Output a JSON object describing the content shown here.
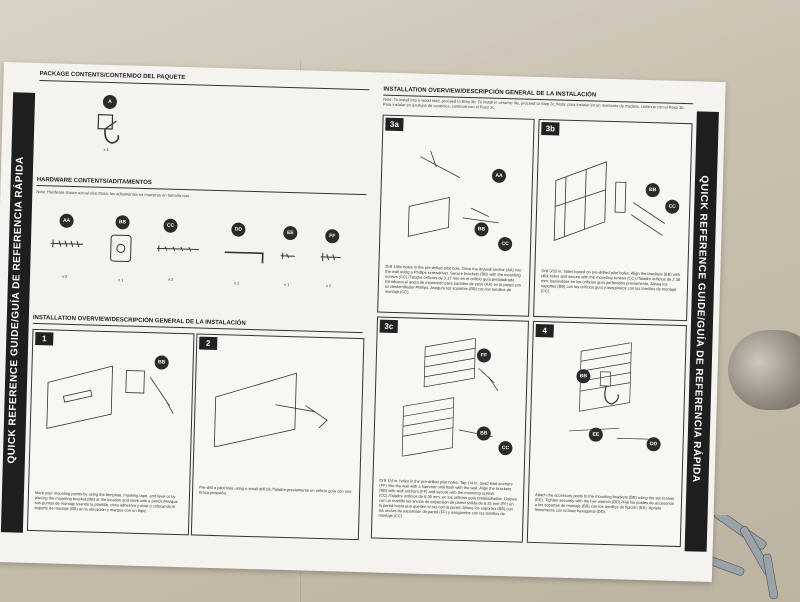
{
  "side_banner": "QUICK REFERENCE GUIDE/GUÍA DE REFERENCIA RÁPIDA",
  "package_contents": {
    "title": "PACKAGE CONTENTS/CONTENIDO DEL PAQUETE",
    "item_label": "A",
    "item_qty": "x 1"
  },
  "hardware_contents": {
    "title": "HARDWARE CONTENTS/ADITAMENTOS",
    "note": "Note: Hardware shown actual size./Nota: los aditamentos se muestran en tamaño real.",
    "items": [
      {
        "label": "AA",
        "qty": "x 2"
      },
      {
        "label": "BB",
        "qty": "x 1"
      },
      {
        "label": "CC",
        "qty": "x 2"
      },
      {
        "label": "DD",
        "qty": "x 1"
      },
      {
        "label": "EE",
        "qty": "x 1"
      },
      {
        "label": "FF",
        "qty": "x 2"
      }
    ]
  },
  "installation_overview": {
    "title": "INSTALLATION OVERVIEW/DESCRIPCIÓN GENERAL DE LA INSTALACIÓN",
    "note": "Note: To install into a wood stud, proceed to Step 3b. To install in ceramic tile, proceed to Step 3c./Nota: para instalar en un montante de madera, continúe con el Paso 3b. Para instalar en azulejos de cerámica, continúe con el Paso 3c."
  },
  "steps": {
    "s1": {
      "num": "1",
      "badge": "BB",
      "caption": "Mark your mounting points by using the template, masking tape, and level or by placing the mounting bracket (BB) at the location and mark with a pencil./Marque sus puntos de montaje usando la plantilla, cinta adhesiva y nivel o colocando el soporte de montaje (BB) en la ubicación y marque con un lápiz."
    },
    "s2": {
      "num": "2",
      "caption": "Pre-drill a pilot hole using a small drill bit./Taladre previamente un orificio guía con una broca pequeña."
    },
    "s3a": {
      "num": "3a",
      "badges": [
        "AA",
        "BB",
        "CC"
      ],
      "caption": "Drill 1/8in holes in the pre-drilled pilot hole. Drive the drywall anchor (AA) into the wall using a Phillips screwdriver. Secure brackets (BB) with the mounting screws (CC)./Taladre orificios de 3.17 mm en el orificio guía pretaladrado. Introduzca el ancla de expansión para paredes de yeso (AA) en la pared con un destornillador Phillips. Asegure los soportes (BB) con los tornillos de montaje (CC)."
    },
    "s3b": {
      "num": "3b",
      "badges": [
        "BB",
        "CC"
      ],
      "caption": "Drill 3/32 in. holes based on pre-drilled pilot holes. Align the brackets (BB) with pilot holes and secure with the mounting screws (CC)./Taladre orificios de 2.38 mm. basándose en los orificios guía perforados previamente. Alinee los soportes (BB) con los orificios guía y asegúrelos con los tornillos de montaje (CC)."
    },
    "s3c": {
      "num": "3c",
      "badges": [
        "FF",
        "BB",
        "CC"
      ],
      "caption": "Drill 1/4 in. holes in the pre-drilled pilot holes. Tap 1/4 in. quad lead anchors (FF) into the wall with a hammer until flush with the wall. Align the brackets (BB) with wall anchors (FF) and secure with the mounting screws (CC)./Taladre orificios de 6.35 mm. en los orificios guía pretaladrados. Golpee con un martillo las anclas de expansión de pared sólida de 6.35 mm (FF) en la pared hasta que queden al ras con la pared. Alinee los soportes (BB) con las anclas de expansión de pared (FF) y asegúrelos con los tornillos de montaje (CC)."
    },
    "s4": {
      "num": "4",
      "badges": [
        "BB",
        "EE",
        "DD"
      ],
      "caption": "Attach the accessory posts to the mounting brackets (BB) using the set screws (EE). Tighten securely with the hex wrench (DD)./Fije los postes de accesorios a los soportes de montaje (BB) con los tornillos de fijación (EE). Apriete firmemente con la llave hexagonal (DD)."
    }
  },
  "colors": {
    "paper": "#f4f3ef",
    "band": "#1e1e1e",
    "table": "#cbc3b3"
  }
}
